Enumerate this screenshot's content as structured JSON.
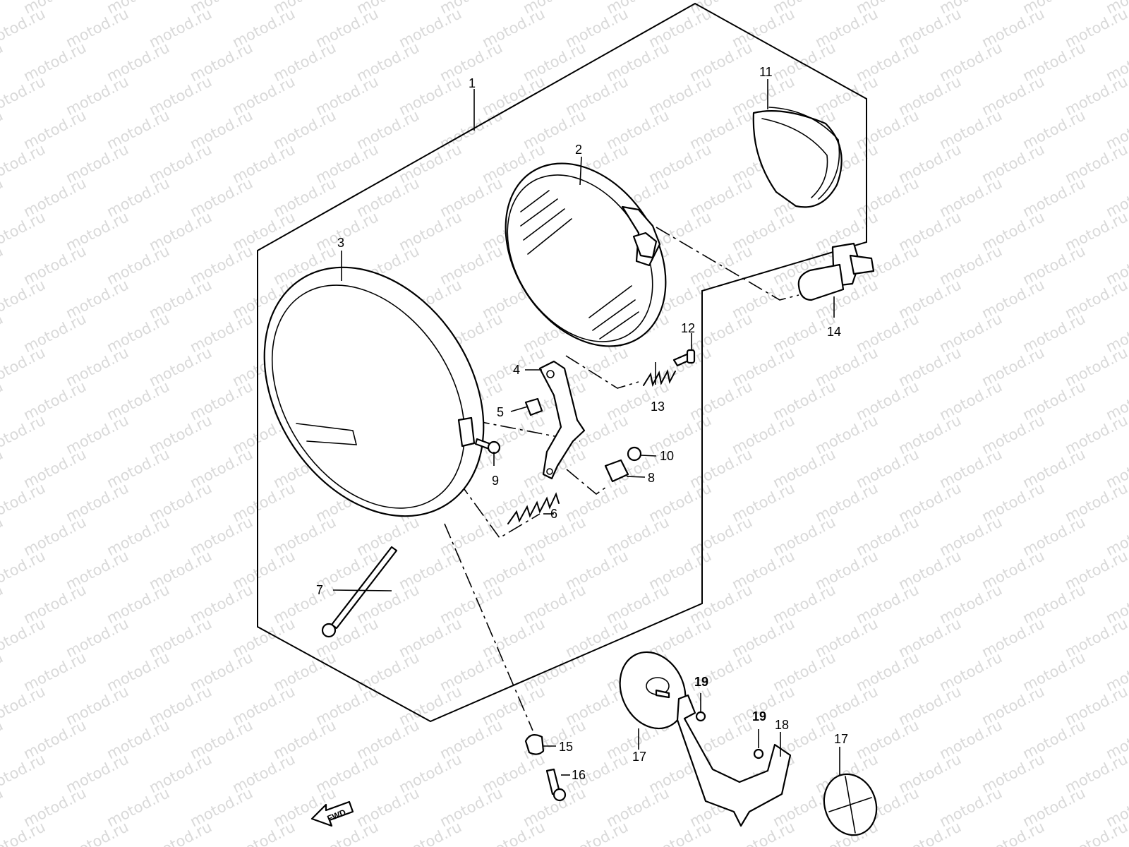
{
  "watermark": "motod.ru",
  "fwd_label": "FWD",
  "callouts": [
    {
      "id": "c1",
      "text": "1",
      "bold": false
    },
    {
      "id": "c2",
      "text": "2",
      "bold": false
    },
    {
      "id": "c3",
      "text": "3",
      "bold": false
    },
    {
      "id": "c4",
      "text": "4",
      "bold": false
    },
    {
      "id": "c5",
      "text": "5",
      "bold": false
    },
    {
      "id": "c6",
      "text": "6",
      "bold": false
    },
    {
      "id": "c7",
      "text": "7",
      "bold": false
    },
    {
      "id": "c8",
      "text": "8",
      "bold": false
    },
    {
      "id": "c9",
      "text": "9",
      "bold": false
    },
    {
      "id": "c10",
      "text": "10",
      "bold": false
    },
    {
      "id": "c11",
      "text": "11",
      "bold": false
    },
    {
      "id": "c12",
      "text": "12",
      "bold": false
    },
    {
      "id": "c13",
      "text": "13",
      "bold": false
    },
    {
      "id": "c14",
      "text": "14",
      "bold": false
    },
    {
      "id": "c15",
      "text": "15",
      "bold": false
    },
    {
      "id": "c16",
      "text": "16",
      "bold": false
    },
    {
      "id": "c17a",
      "text": "17",
      "bold": false
    },
    {
      "id": "c17b",
      "text": "17",
      "bold": false
    },
    {
      "id": "c18",
      "text": "18",
      "bold": false
    },
    {
      "id": "c19a",
      "text": "19",
      "bold": true
    },
    {
      "id": "c19b",
      "text": "19",
      "bold": true
    }
  ]
}
